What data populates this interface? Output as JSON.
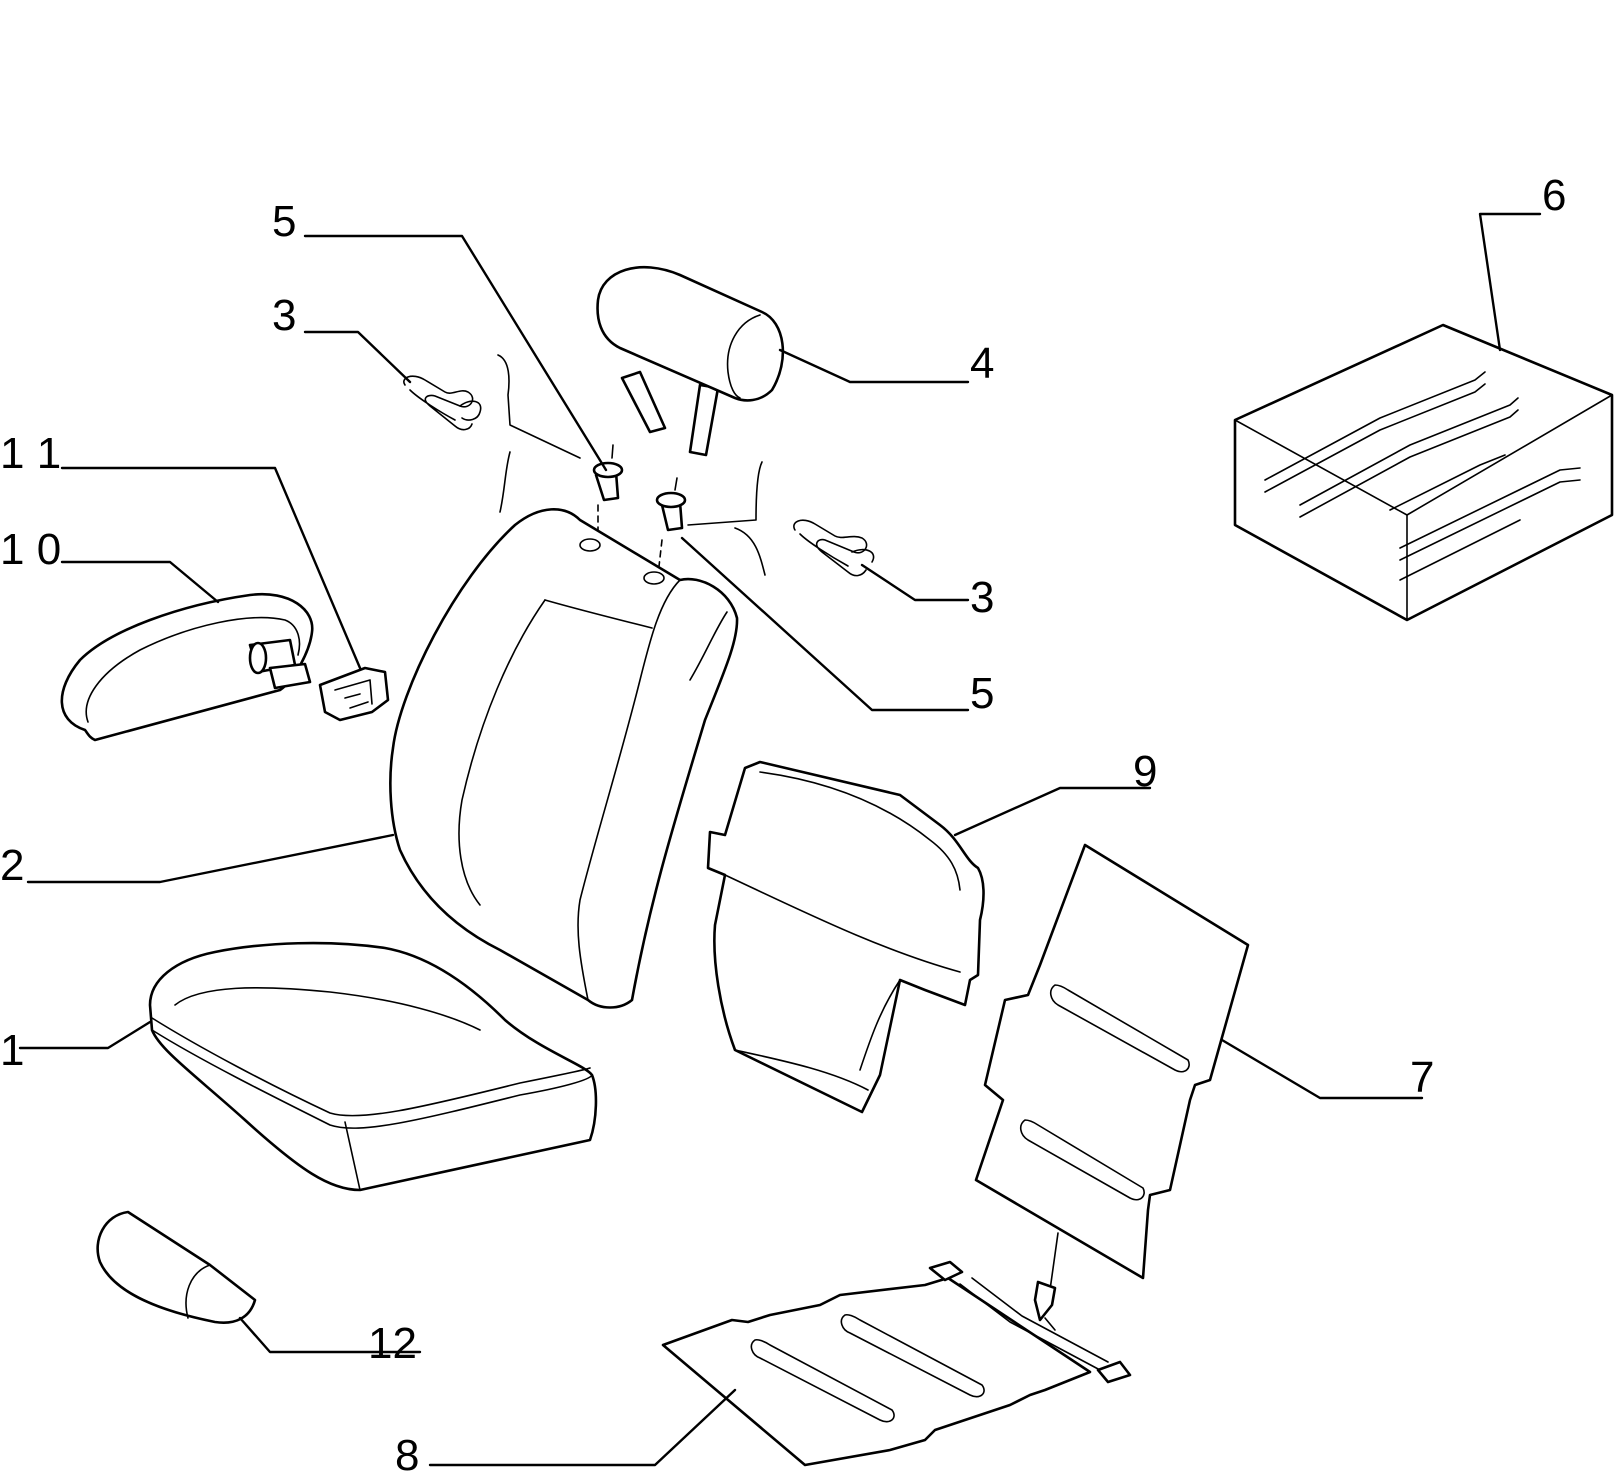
{
  "callouts": [
    {
      "id": "1",
      "label": "1"
    },
    {
      "id": "2",
      "label": "2"
    },
    {
      "id": "3a",
      "label": "3"
    },
    {
      "id": "3b",
      "label": "3"
    },
    {
      "id": "4",
      "label": "4"
    },
    {
      "id": "5a",
      "label": "5"
    },
    {
      "id": "5b",
      "label": "5"
    },
    {
      "id": "6",
      "label": "6"
    },
    {
      "id": "7",
      "label": "7"
    },
    {
      "id": "8",
      "label": "8"
    },
    {
      "id": "9",
      "label": "9"
    },
    {
      "id": "10",
      "label": "1 0"
    },
    {
      "id": "11",
      "label": "1 1"
    },
    {
      "id": "12",
      "label": "12"
    }
  ]
}
